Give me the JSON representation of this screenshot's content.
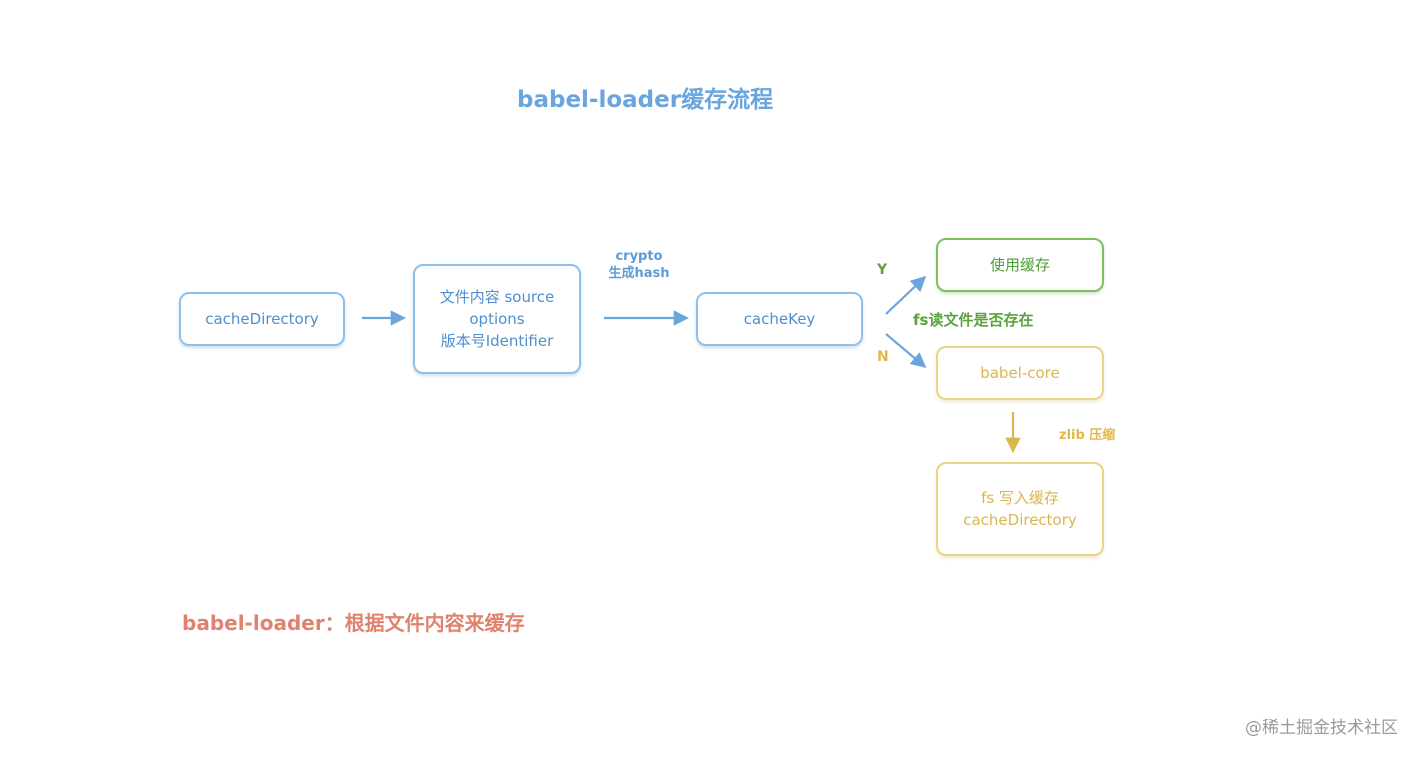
{
  "title": "babel-loader缓存流程",
  "nodes": {
    "cache_directory": "cacheDirectory",
    "inputs": [
      "文件内容 source",
      "options",
      "版本号Identifier"
    ],
    "cache_key": "cacheKey",
    "use_cache": "使用缓存",
    "babel_core": "babel-core",
    "write_cache": [
      "fs 写入缓存",
      "cacheDirectory"
    ]
  },
  "edges": {
    "crypto": [
      "crypto",
      "生成hash"
    ],
    "yes": "Y",
    "no": "N",
    "fs_read": "fs读文件是否存在",
    "zlib": "zlib 压缩"
  },
  "footer_note": "babel-loader：根据文件内容来缓存",
  "watermark": "@稀土掘金技术社区",
  "colors": {
    "blue": "#6aa6dd",
    "green": "#5aa33c",
    "gold": "#e0b84a",
    "red": "#e0826e"
  }
}
